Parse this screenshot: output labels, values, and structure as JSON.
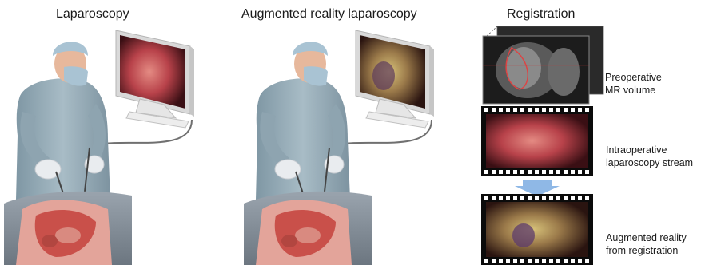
{
  "panels": {
    "laparoscopy": {
      "title": "Laparoscopy"
    },
    "augmented": {
      "title": "Augmented reality laparoscopy"
    },
    "registration": {
      "title": "Registration",
      "preop_label_line1": "Preoperative",
      "preop_label_line2": "MR volume",
      "intraop_label_line1": "Intraoperative",
      "intraop_label_line2": "laparoscopy stream",
      "ar_label_line1": "Augmented reality",
      "ar_label_line2": "from registration"
    }
  },
  "colors": {
    "scrubs": "#9fb4bf",
    "scrubs_shadow": "#7e95a2",
    "cap": "#a9c3d3",
    "skin": "#e7b89c",
    "glove": "#e9ecef",
    "patient_drape": "#8f9aa6",
    "tissue_red": "#c9504a",
    "tissue_pink": "#e3a49a",
    "monitor_body": "#f0f0f0",
    "screen_red": "#b8424a",
    "ar_overlay_green": "#9bbd5a",
    "arrow_blue": "#8fb8e6",
    "film_black": "#0b0b0b"
  }
}
